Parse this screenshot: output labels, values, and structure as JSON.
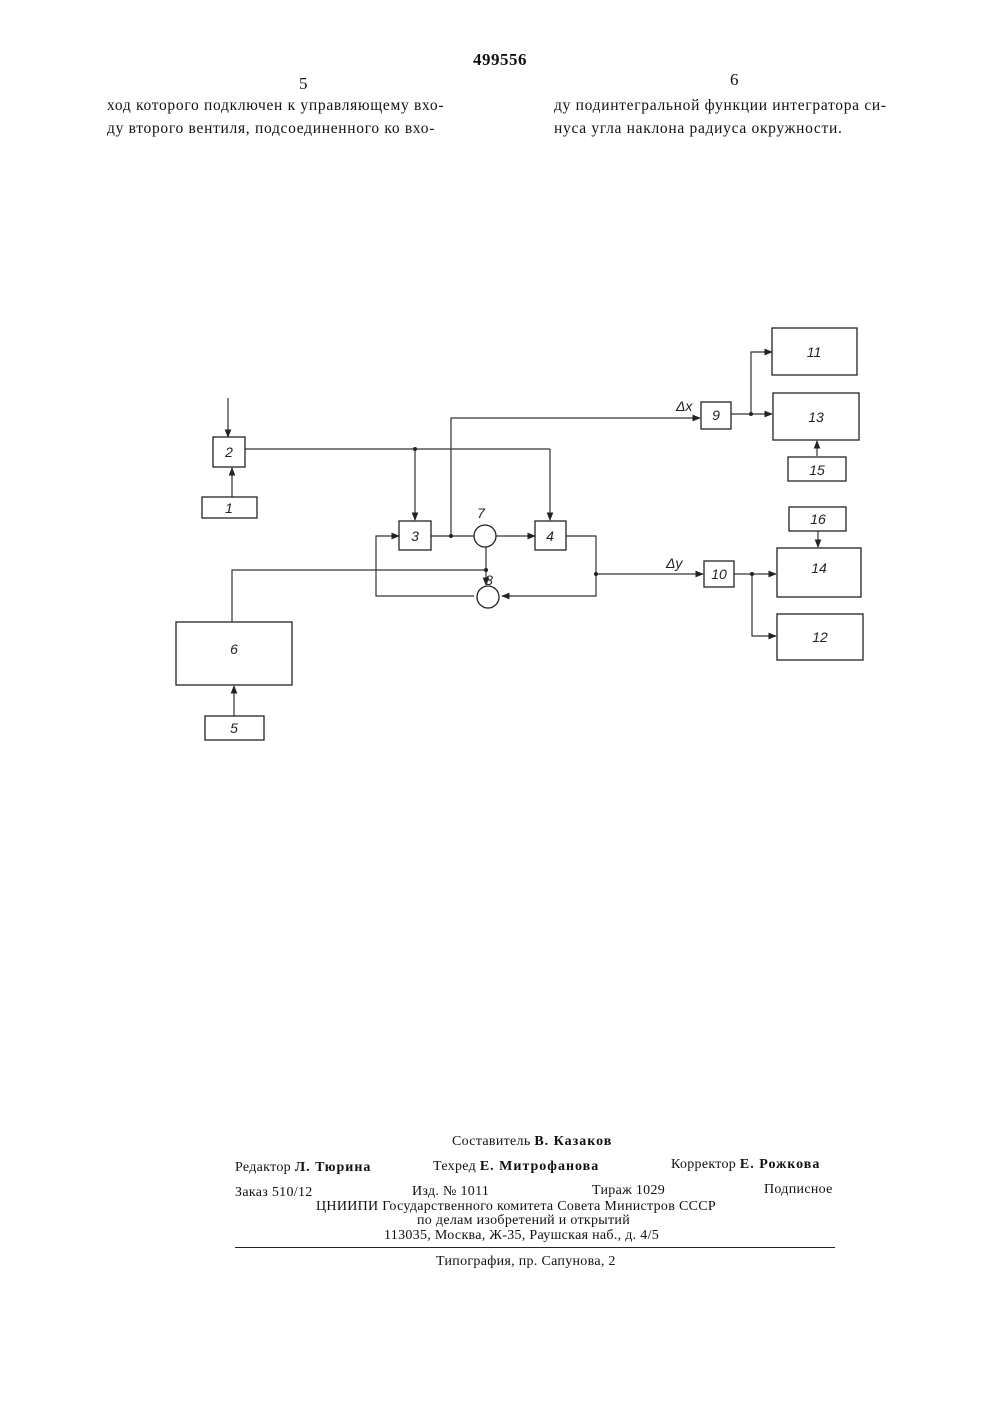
{
  "header": {
    "patent_number": "499556",
    "left_column_number": "5",
    "right_column_number": "6"
  },
  "text": {
    "left_lines": [
      "ход которого подключен к управляющему вхо-",
      "ду второго вентиля, подсоединенного ко вхо-"
    ],
    "right_lines": [
      "ду подинтегральной функции интегратора си-",
      "нуса угла наклона радиуса окружности."
    ]
  },
  "diagram": {
    "blocks": {
      "b1": "1",
      "b2": "2",
      "b3": "3",
      "b4": "4",
      "b5": "5",
      "b6": "6",
      "b9": "9",
      "b10": "10",
      "b11": "11",
      "b12": "12",
      "b13": "13",
      "b14": "14",
      "b15": "15",
      "b16": "16"
    },
    "nodes": {
      "n7": "7",
      "n8": "8"
    },
    "signals": {
      "dx": "Δx",
      "dy": "Δy"
    }
  },
  "imprint": {
    "compiler_label": "Составитель",
    "compiler_name": "В. Казаков",
    "editor_label": "Редактор",
    "editor_name": "Л. Тюрина",
    "techred_label": "Техред",
    "techred_name": "Е. Митрофанова",
    "corrector_label": "Корректор",
    "corrector_name": "Е. Рожкова",
    "order": "Заказ 510/12",
    "edition": "Изд. № 1011",
    "print_run": "Тираж 1029",
    "subscription": "Подписное",
    "org_line1": "ЦНИИПИ Государственного комитета Совета Министров СССР",
    "org_line2": "по делам изобретений и открытий",
    "address": "113035, Москва, Ж-35, Раушская наб., д. 4/5",
    "printing_house": "Типография, пр. Сапунова, 2"
  }
}
